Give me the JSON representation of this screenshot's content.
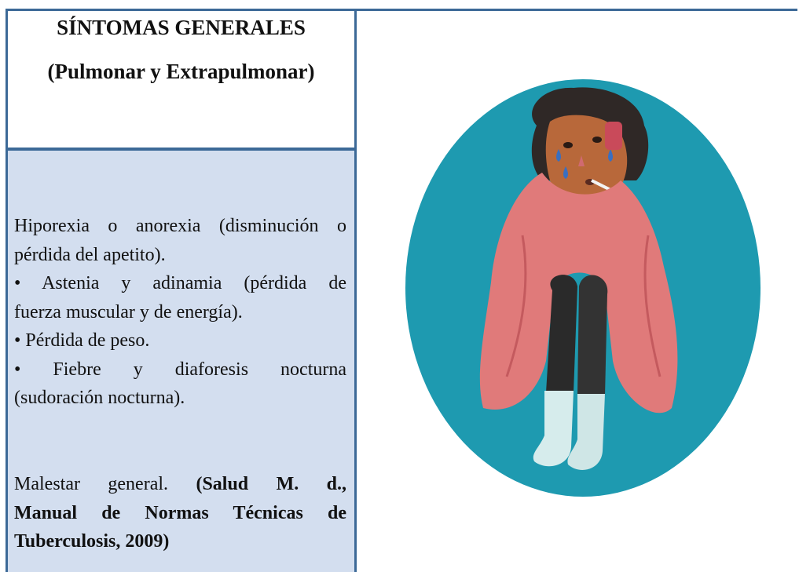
{
  "header": {
    "title": "SÍNTOMAS GENERALES",
    "subtitle": "(Pulmonar y Extrapulmonar)"
  },
  "body": {
    "symptoms": [
      {
        "line1": "Hiporexia o anorexia (disminución o",
        "line2": "pérdida del apetito)."
      },
      {
        "line1": "• Astenia y adinamia (pérdida de",
        "line2": "fuerza muscular y de energía)."
      },
      {
        "line1": "• Pérdida de peso."
      },
      {
        "line1": "• Fiebre y diaforesis nocturna",
        "line2": "(sudoración nocturna)."
      }
    ],
    "closing_text": "Malestar general.",
    "citation_line1": "(Salud M. d.,",
    "citation_line2": "Manual de Normas Técnicas de",
    "citation_line3": "Tuberculosis, 2009)"
  },
  "illustration": {
    "icon": "sick-person-blanket-icon",
    "colors": {
      "background": "#1e9ab0",
      "blanket": "#e07a7a",
      "legs": "#2a2a2a",
      "socks": "#d6ecec",
      "skin": "#b8683a",
      "hair": "#2f2826"
    }
  }
}
